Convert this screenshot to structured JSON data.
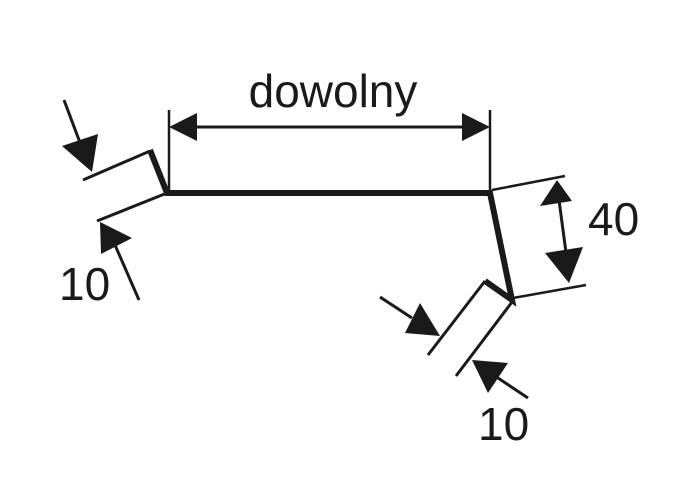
{
  "diagram": {
    "title_dimension": "dowolny",
    "height_dimension": "40",
    "left_flange_dimension": "10",
    "right_flange_dimension": "10",
    "colors": {
      "stroke": "#1a1a1a",
      "background": "#ffffff"
    }
  }
}
